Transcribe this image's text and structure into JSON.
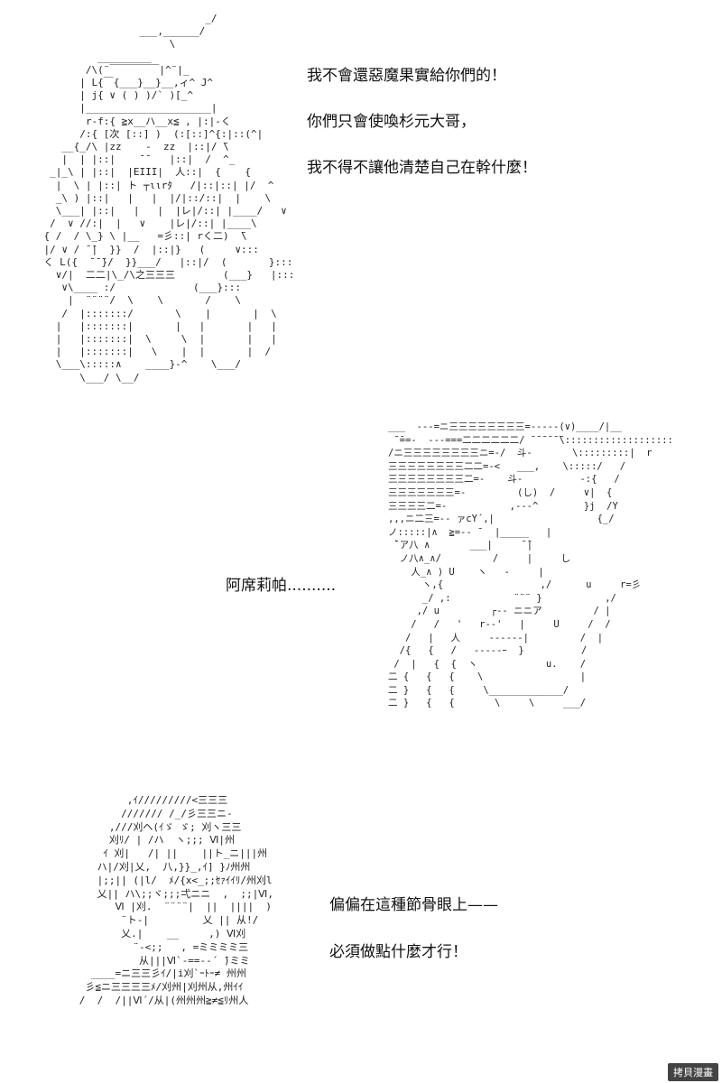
{
  "dialogue": {
    "line1": "我不會還惡魔果實給你們的！",
    "line2": "你們只會使喚杉元大哥，",
    "line3": "我不得不讓他清楚自己在幹什麼！",
    "line4": "阿席莉帕..........",
    "line5": "偏偏在這種節骨眼上——",
    "line6": "必須做點什麼才行！"
  },
  "watermark": {
    "text": "拷貝漫畫"
  }
}
